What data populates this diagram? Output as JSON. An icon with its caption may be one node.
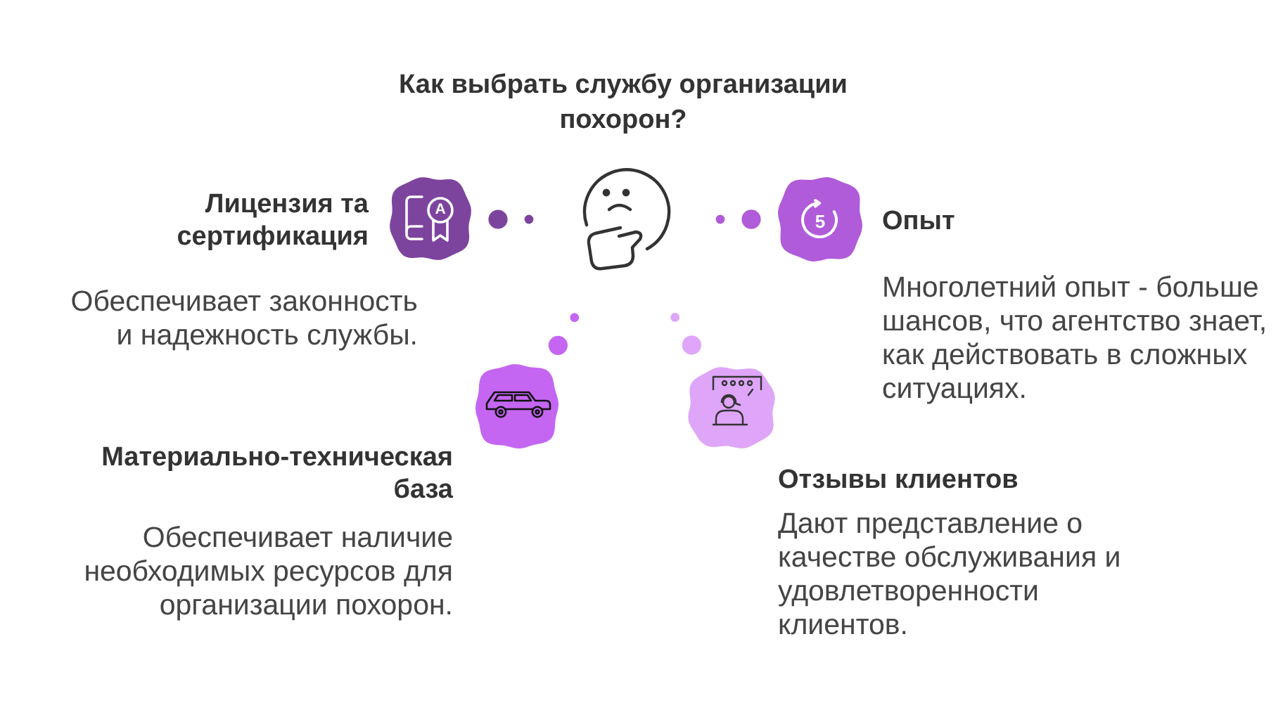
{
  "diagram": {
    "title": "Как выбрать службу организации похорон?",
    "nodes": [
      {
        "text": [
          "Лицензия та сертификация",
          "Обеспечивает законность и надежность службы."
        ]
      },
      {
        "text": [],
        "shape": "picture"
      },
      {
        "text": [
          "Опыт",
          "Многолетний опыт - больше шансов, что агентство знает, как действовать в сложных ситуациях."
        ]
      },
      {
        "text": [
          "Материально-техническая база",
          "Обеспечивает наличие необходимых ресурсов для организации похорон."
        ]
      },
      {
        "text": [
          "Отзывы клиентов",
          "Дают представление о качестве обслуживания и удовлетворенности клиентов."
        ]
      }
    ],
    "edges": [
      {
        "from": 1,
        "to": 0,
        "arrow": "none",
        "style": "dashed",
        "color": "#7d449e"
      },
      {
        "from": 1,
        "to": 2,
        "arrow": "none",
        "style": "dashed",
        "color": "#b05bd9"
      },
      {
        "from": 1,
        "to": 3,
        "arrow": "none",
        "style": "dashed",
        "color": "#c466f2"
      },
      {
        "from": 1,
        "to": 4,
        "arrow": "none",
        "style": "dashed",
        "color": "#dfa5f8"
      }
    ],
    "labels": [
      "A",
      "5"
    ]
  }
}
